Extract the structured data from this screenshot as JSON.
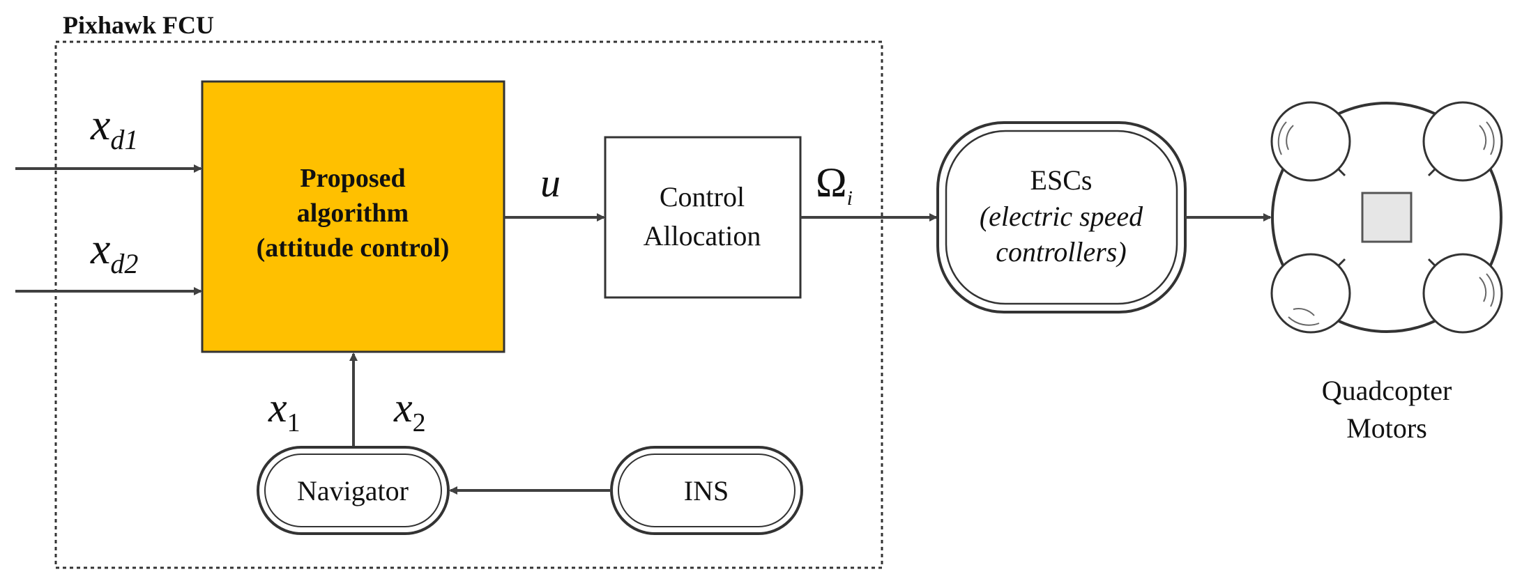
{
  "diagram": {
    "container_label": "Pixhawk FCU",
    "algorithm_block": {
      "line1": "Proposed",
      "line2": "algorithm",
      "line3": "(attitude control)"
    },
    "allocation_block": {
      "line1": "Control",
      "line2": "Allocation"
    },
    "esc_block": {
      "line1": "ESCs",
      "line2": "(electric speed",
      "line3": "controllers)"
    },
    "navigator_label": "Navigator",
    "ins_label": "INS",
    "motors_caption": {
      "line1": "Quadcopter",
      "line2": "Motors"
    },
    "signals": {
      "xd1_base": "x",
      "xd1_sub": "d1",
      "xd2_base": "x",
      "xd2_sub": "d2",
      "u": "u",
      "omega_base": "Ω",
      "omega_sub": "i",
      "x1_base": "x",
      "x1_sub": "1",
      "x2_base": "x",
      "x2_sub": "2"
    },
    "colors": {
      "algorithm_fill": "#FFC000",
      "line": "#404040",
      "motor_fill": "#E6E6E6"
    }
  }
}
